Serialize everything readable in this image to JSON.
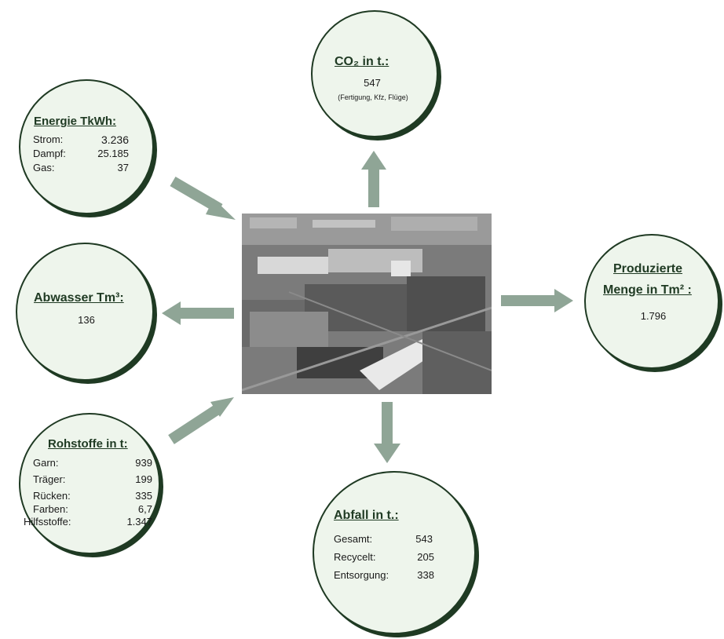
{
  "co2": {
    "title": "CO₂ in t.:",
    "value": "547",
    "note": "(Fertigung, Kfz, Flüge)"
  },
  "energie": {
    "title": "Energie TkWh:",
    "rows": [
      {
        "label": "Strom:",
        "value": "3.236"
      },
      {
        "label": "Dampf:",
        "value": "25.185"
      },
      {
        "label": "Gas:",
        "value": "37"
      }
    ]
  },
  "abwasser": {
    "title": "Abwasser Tm³:",
    "value": "136"
  },
  "rohstoffe": {
    "title": "Rohstoffe in t:",
    "rows": [
      {
        "label": "Garn:",
        "value": "939"
      },
      {
        "label": "Träger:",
        "value": "199"
      },
      {
        "label": "Rücken:",
        "value": "335"
      },
      {
        "label": "Farben:",
        "value": "6,7"
      },
      {
        "label": "Hilfsstoffe:",
        "value": "1.347"
      }
    ]
  },
  "produzierte": {
    "title_line1": "Produzierte",
    "title_line2": "Menge in Tm² :",
    "value": "1.796"
  },
  "abfall": {
    "title": "Abfall in t.:",
    "rows": [
      {
        "label": "Gesamt:",
        "value": "543"
      },
      {
        "label": "Recycelt:",
        "value": "205"
      },
      {
        "label": "Entsorgung:",
        "value": "338"
      }
    ]
  },
  "colors": {
    "circle_fill": "#eef5ec",
    "circle_border": "#1f3a23",
    "arrow": "#8fa596"
  }
}
